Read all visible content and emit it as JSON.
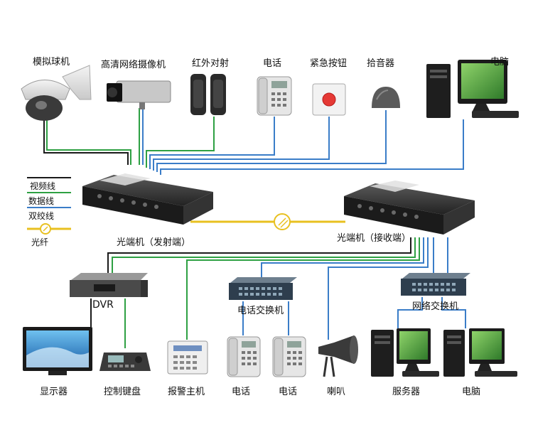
{
  "colors": {
    "video": "#1a1a1a",
    "data": "#2ea043",
    "twisted": "#3a7dc8",
    "fiber": "#e8c020"
  },
  "legend": {
    "video": "视频线",
    "data": "数据线",
    "twisted": "双绞线",
    "fiber": "光纤"
  },
  "top_devices": {
    "dome_camera": "模拟球机",
    "hd_camera": "高清网络摄像机",
    "infrared": "红外对射",
    "phone": "电话",
    "emergency_button": "紧急按钮",
    "microphone": "拾音器",
    "computer": "电脑"
  },
  "optical": {
    "transmitter": "光端机（发射端）",
    "receiver": "光端机（接收端）"
  },
  "middle": {
    "dvr": "DVR",
    "phone_switch": "电话交换机",
    "network_switch": "网络交换机"
  },
  "bottom_devices": {
    "monitor": "显示器",
    "keyboard": "控制键盘",
    "alarm_host": "报警主机",
    "phone1": "电话",
    "phone2": "电话",
    "speaker": "喇叭",
    "server": "服务器",
    "computer": "电脑"
  }
}
